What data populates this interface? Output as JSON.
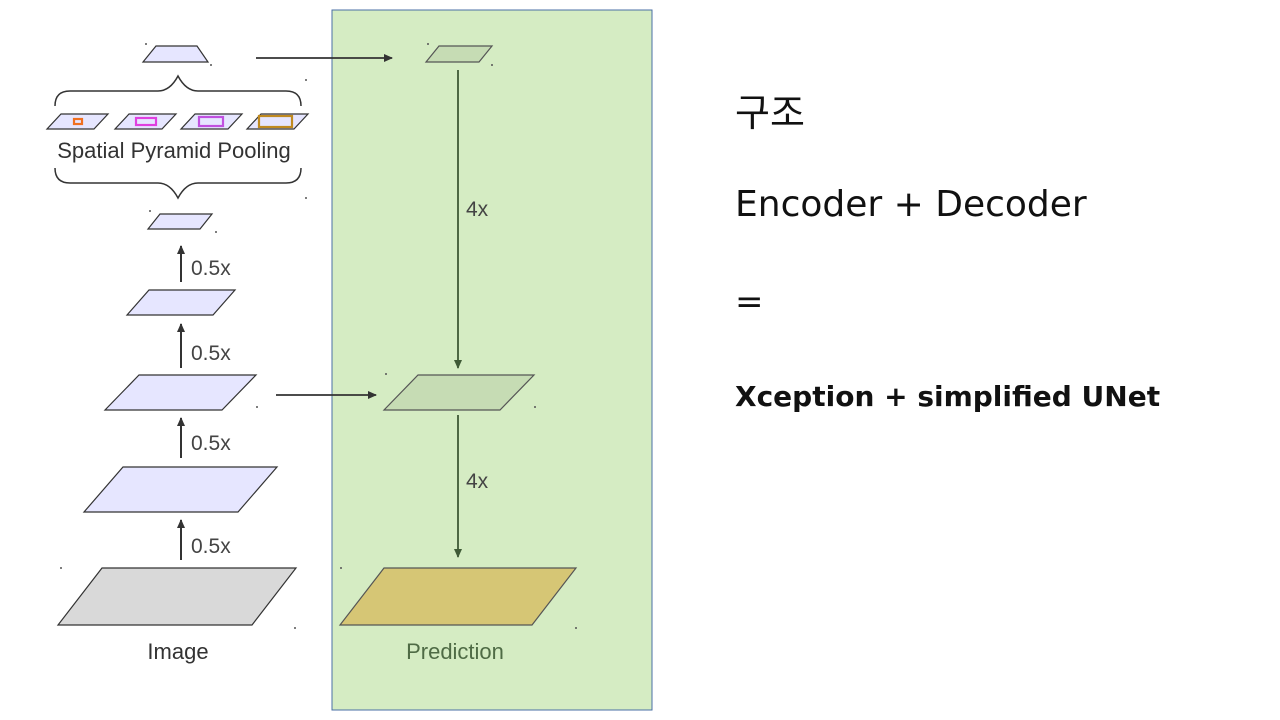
{
  "diagram": {
    "spp_label": "Spatial Pyramid Pooling",
    "encoder_steps": [
      "0.5x",
      "0.5x",
      "0.5x",
      "0.5x"
    ],
    "decoder_steps": [
      "4x",
      "4x"
    ],
    "input_label": "Image",
    "output_label": "Prediction",
    "colors": {
      "decoder_panel": "#d5ecc3",
      "encoder_feature": "#e6e6ff",
      "decoder_feature": "#c6dcb4",
      "input": "#d9d9d9",
      "prediction": "#d6c675",
      "pool_accents": [
        "#f07020",
        "#e040e0",
        "#c050e0",
        "#c08a20"
      ]
    }
  },
  "slide": {
    "title": "구조",
    "formula": "Encoder + Decoder",
    "equals": "=",
    "detail": "Xception + simplified UNet"
  }
}
